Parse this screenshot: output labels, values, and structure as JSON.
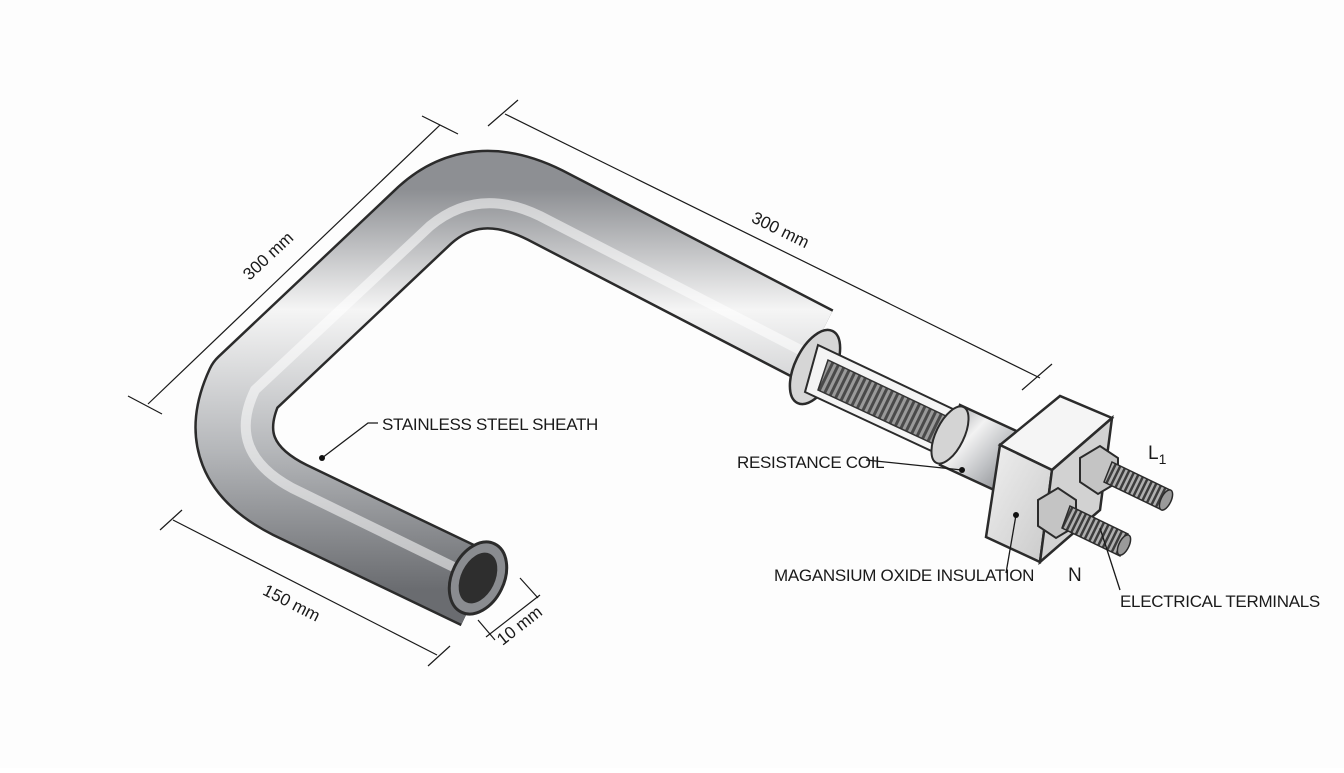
{
  "diagram": {
    "labels": {
      "sheath": "STAINLESS STEEL SHEATH",
      "coil": "RESISTANCE COIL",
      "insulation": "MAGANSIUM OXIDE INSULATION",
      "terminals": "ELECTRICAL TERMINALS"
    },
    "terminal_marks": {
      "line": "L",
      "line_sub": "1",
      "neutral": "N"
    },
    "dimensions": {
      "left_leg": "300 mm",
      "top_leg": "300 mm",
      "bottom_leg": "150 mm",
      "diameter": "10 mm"
    },
    "colors": {
      "steel_dark": "#7d7f83",
      "steel_light": "#f4f4f4",
      "outline": "#2b2b2b",
      "coil": "#6e6e6e",
      "block": "#e3e3e3"
    }
  }
}
